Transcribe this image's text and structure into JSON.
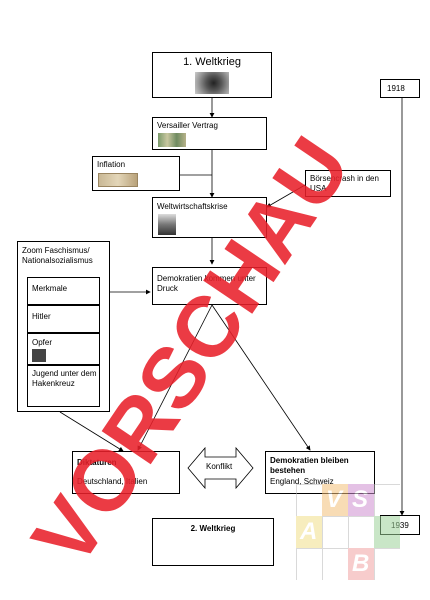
{
  "nodes": {
    "weltkrieg1": "1. Weltkrieg",
    "y1918": "1918",
    "versailles": "Versailler Vertrag",
    "inflation": "Inflation",
    "boersencrash": "Börsencrash in den USA",
    "wirtschaftskrise": "Weltwirtschaftskrise",
    "zoom_title": "Zoom Faschismus/ Nationalsozialismus",
    "zoom_items": [
      "Merkmale",
      "Hitler",
      "Opfer",
      "Jugend unter dem Hakenkreuz"
    ],
    "demokratien_druck": "Demokratien kommen unter Druck",
    "diktaturen_title": "Diktaturen",
    "diktaturen_text": "Deutschland, Italien",
    "konflikt": "Konflikt",
    "demokratien_bleiben_title": "Demokratien bleiben bestehen",
    "demokratien_bleiben_text": "England, Schweiz",
    "weltkrieg2": "2. Weltkrieg",
    "y1939": "1939"
  },
  "watermark": {
    "text": "VORSCHAU",
    "color": "#e8202a",
    "logo_letters": [
      "V",
      "S",
      "A",
      "B"
    ]
  }
}
